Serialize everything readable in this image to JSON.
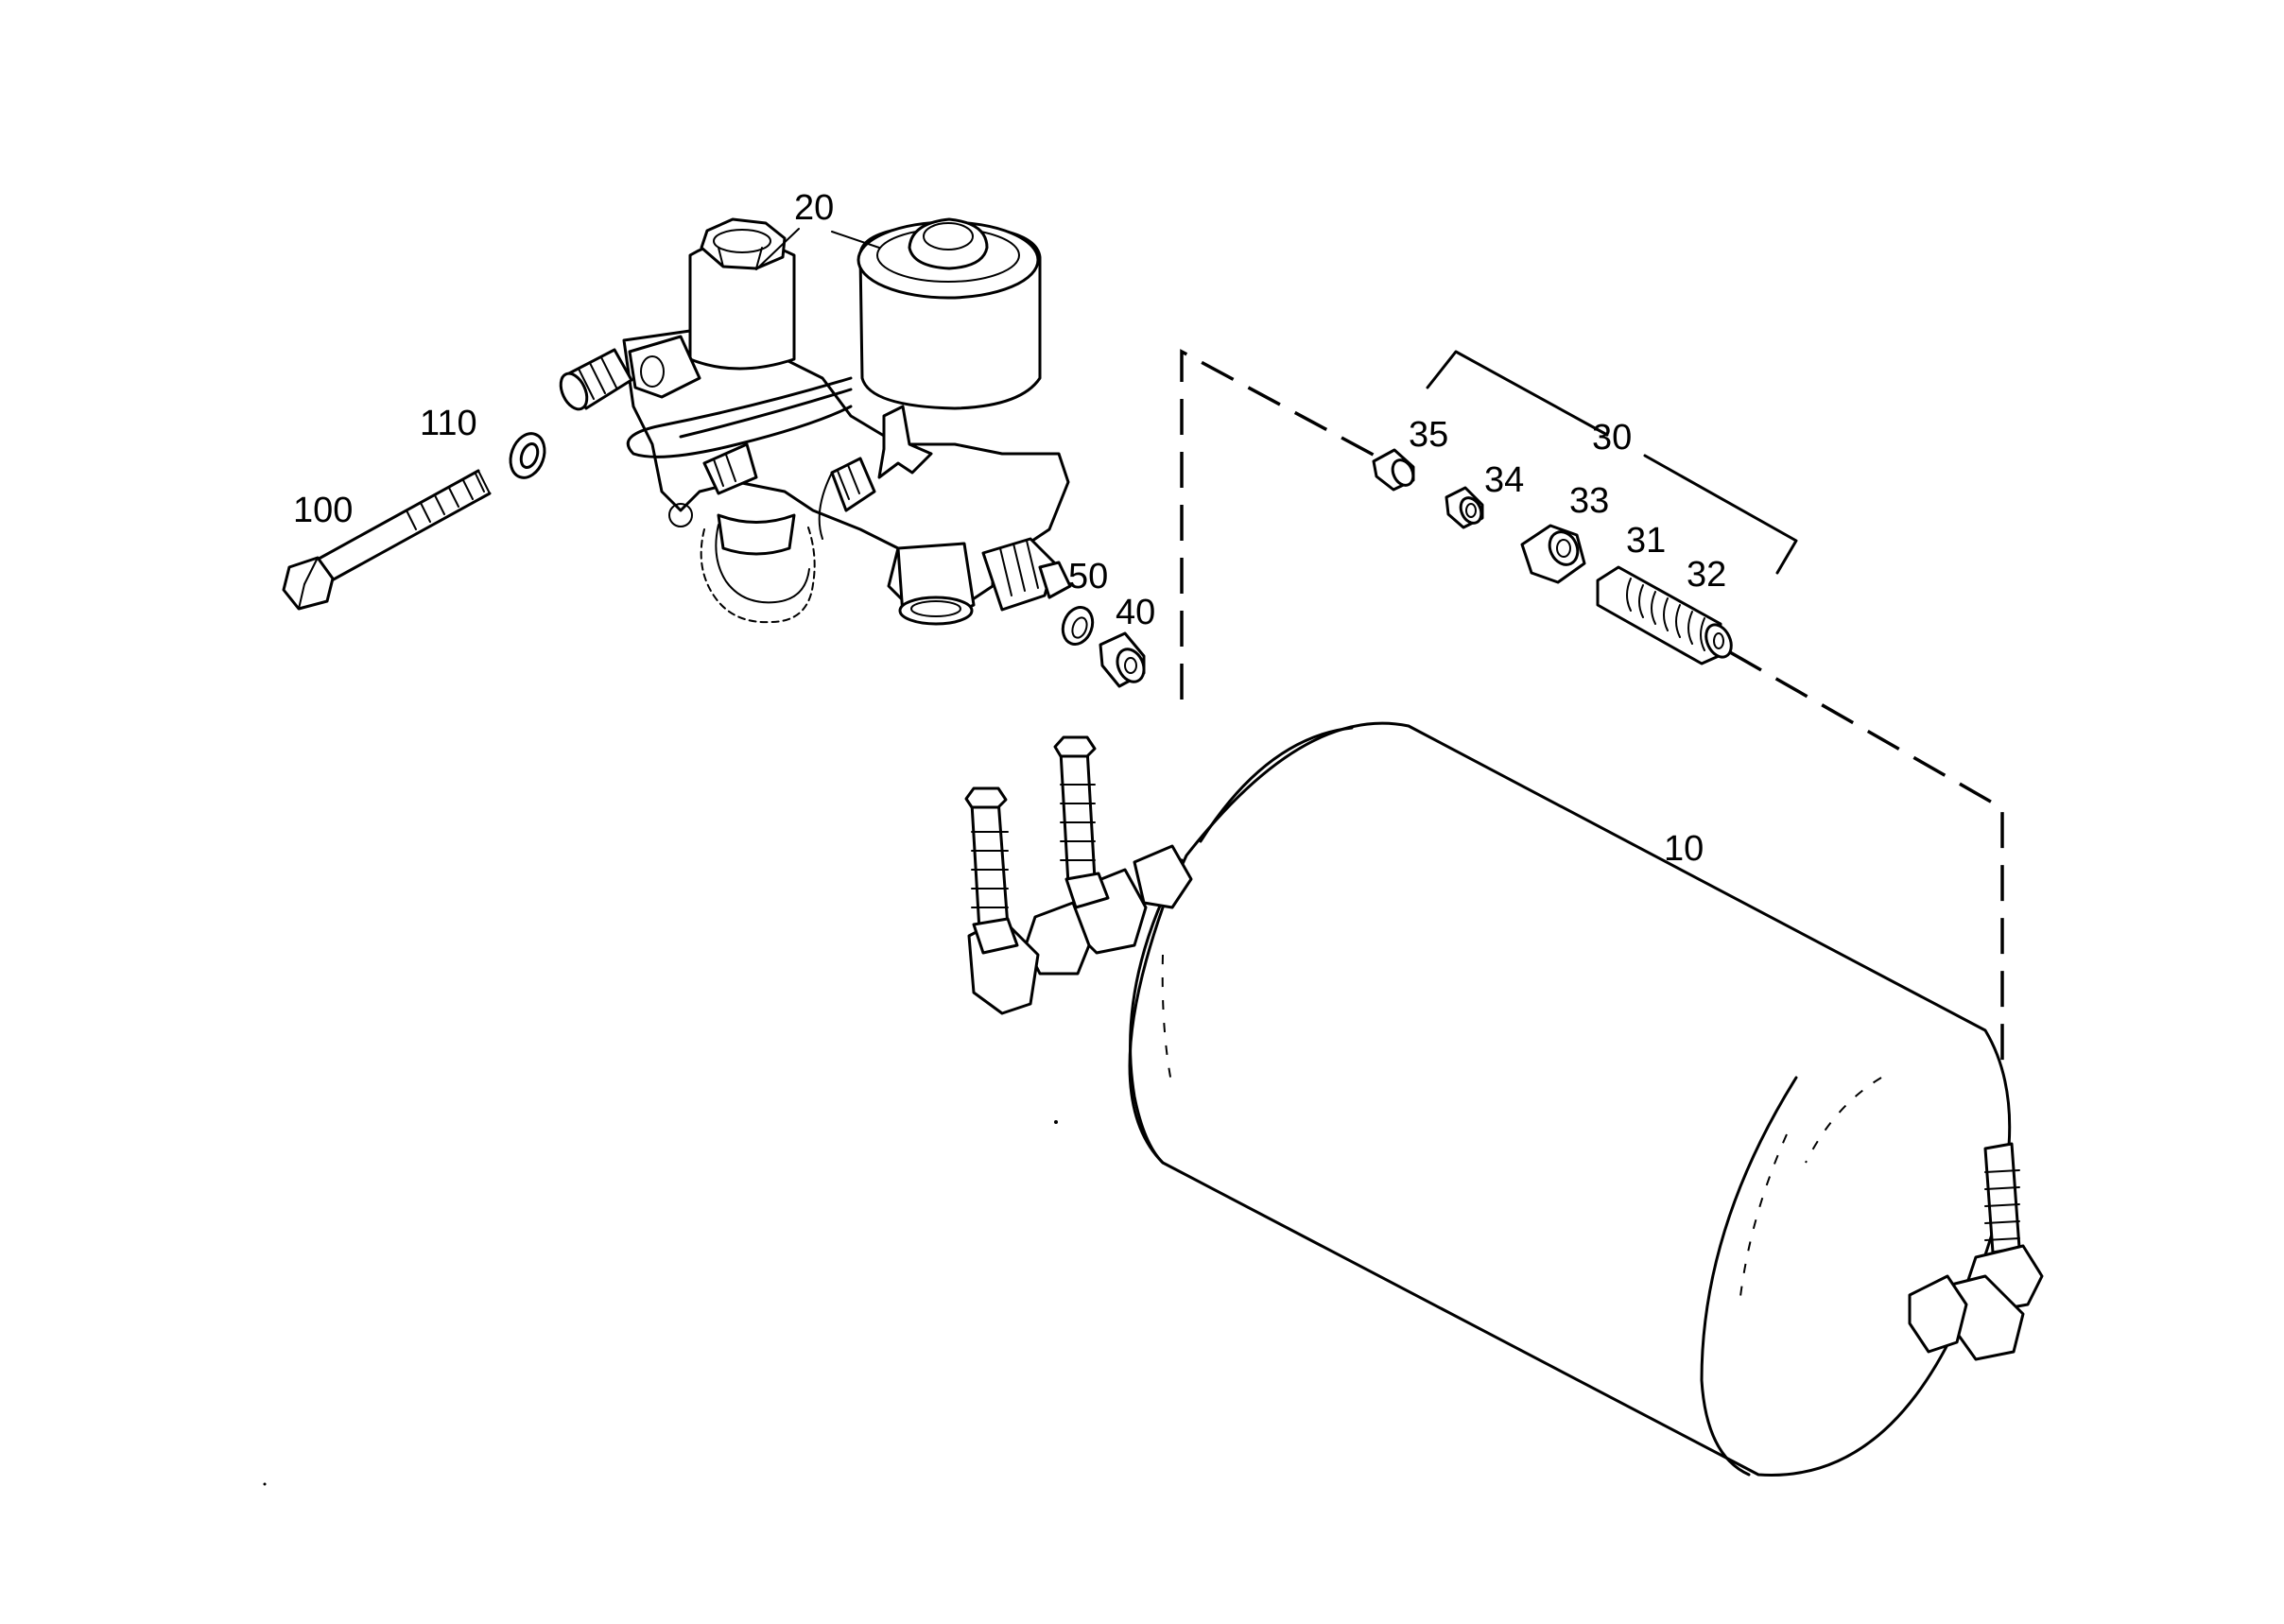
{
  "callouts": {
    "c10": "10",
    "c20": "20",
    "c30": "30",
    "c31": "31",
    "c32": "32",
    "c33": "33",
    "c34": "34",
    "c35": "35",
    "c40": "40",
    "c50": "50",
    "c100": "100",
    "c110": "110"
  }
}
